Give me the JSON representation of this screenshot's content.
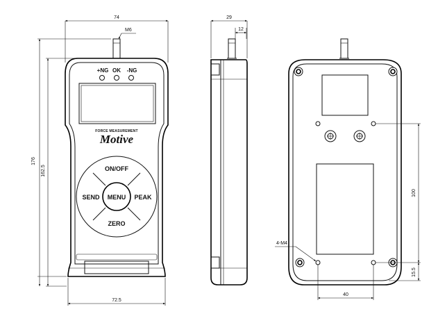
{
  "front": {
    "indicators": [
      "+NG",
      "OK",
      "-NG"
    ],
    "brand_top": "FORCE MEASUREMENT",
    "brand": "Motive",
    "buttons": {
      "top": "ON/OFF",
      "left": "SEND",
      "center": "MENU",
      "right": "PEAK",
      "bottom": "ZERO"
    },
    "dims": {
      "width_top": "74",
      "thread": "M6",
      "height_total": "176",
      "height_body": "162.5",
      "width_bottom": "72.5"
    }
  },
  "side": {
    "dims": {
      "depth": "29",
      "offset": "12"
    }
  },
  "back": {
    "dims": {
      "holes": "4-M4",
      "hole_spacing_v": "100",
      "hole_from_bottom": "15.5",
      "hole_spacing_h": "40"
    }
  }
}
